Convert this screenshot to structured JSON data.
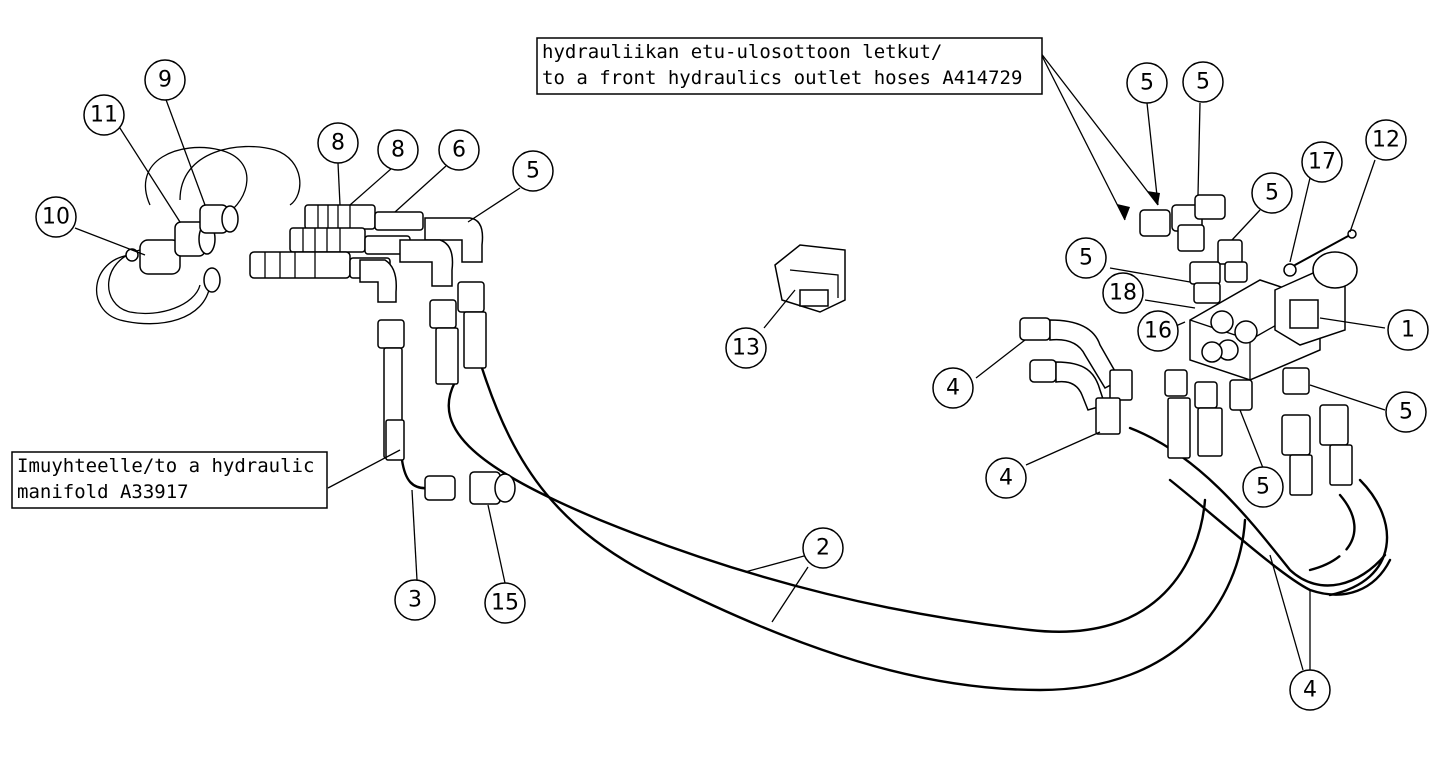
{
  "balloons": [
    {
      "label": "9"
    },
    {
      "label": "11"
    },
    {
      "label": "10"
    },
    {
      "label": "8"
    },
    {
      "label": "8"
    },
    {
      "label": "6"
    },
    {
      "label": "5"
    },
    {
      "label": "13"
    },
    {
      "label": "3"
    },
    {
      "label": "15"
    },
    {
      "label": "2"
    },
    {
      "label": "5"
    },
    {
      "label": "5"
    },
    {
      "label": "5"
    },
    {
      "label": "17"
    },
    {
      "label": "12"
    },
    {
      "label": "5"
    },
    {
      "label": "18"
    },
    {
      "label": "16"
    },
    {
      "label": "1"
    },
    {
      "label": "4"
    },
    {
      "label": "4"
    },
    {
      "label": "5"
    },
    {
      "label": "5"
    },
    {
      "label": "4"
    }
  ],
  "notes": {
    "front_outlet_line1": "hydrauliikan etu-ulosottoon letkut/",
    "front_outlet_line2": "to a front hydraulics outlet hoses A414729",
    "manifold_line1": "Imuyhteelle/to a hydraulic",
    "manifold_line2": "manifold A33917"
  }
}
